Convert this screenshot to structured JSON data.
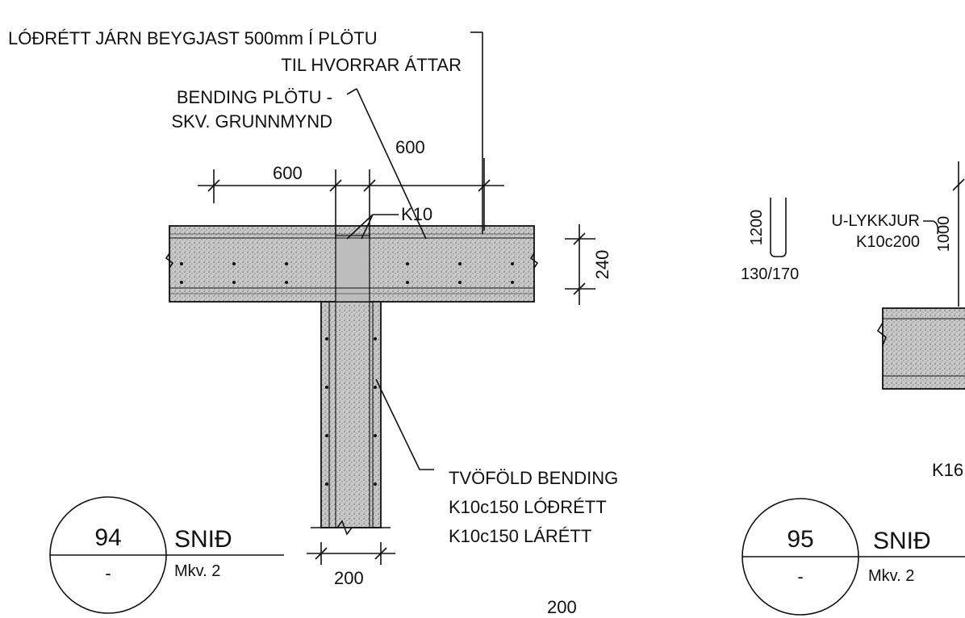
{
  "section_94": {
    "notes": {
      "vertical_bars_1": "LÓÐRÉTT JÁRN BEYGJAST 500mm Í PLÖTU",
      "vertical_bars_2": "TIL HVORRAR ÁTTAR",
      "slab_rebar_1": "BENDING PLÖTU -",
      "slab_rebar_2": "SKV. GRUNNMYND",
      "rebar_k10": "K10",
      "wall_rebar_1": "TVÖFÖLD BENDING",
      "wall_rebar_2": "K10c150 LÓÐRÉTT",
      "wall_rebar_3": "K10c150 LÁRÉTT"
    },
    "dims": {
      "left_600": "600",
      "right_600": "600",
      "slab_240": "240",
      "wall_200": "200"
    },
    "tag": {
      "number": "94",
      "sheet": "-",
      "title": "SNIÐ",
      "scale": "Mkv. 2"
    }
  },
  "bottom_dim_200": "200",
  "section_95": {
    "notes": {
      "u_loops_1": "U-LYKKJUR",
      "u_loops_2": "K10c200",
      "bar_k16": "K16"
    },
    "dims": {
      "loop_1200": "1200",
      "loop_1000": "1000",
      "loop_130_170": "130/170"
    },
    "tag": {
      "number": "95",
      "sheet": "-",
      "title": "SNIÐ",
      "scale": "Mkv. 2"
    }
  }
}
